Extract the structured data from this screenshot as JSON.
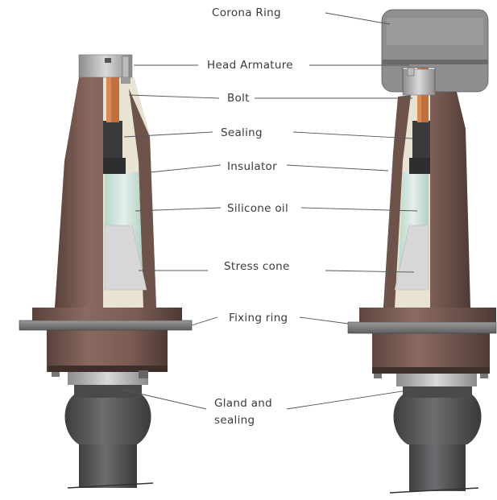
{
  "labels": {
    "corona_ring": "Corona Ring",
    "head_armature": "Head Armature",
    "bolt": "Bolt",
    "sealing": "Sealing",
    "insulator": "Insulator",
    "silicone_oil": "Silicone oil",
    "stress_cone": "Stress cone",
    "fixing_ring": "Fixing ring",
    "gland_and_sealing": "Gland and\nsealing"
  },
  "colors": {
    "insulator_brown": "#7a5c53",
    "insulator_dark": "#4d3a34",
    "cable_gray": "#5e5e60",
    "silicone_oil": "#cfe3d9",
    "stress_cone": "#dcdcdc",
    "copper": "#c0703e",
    "leader_line": "#555555"
  }
}
